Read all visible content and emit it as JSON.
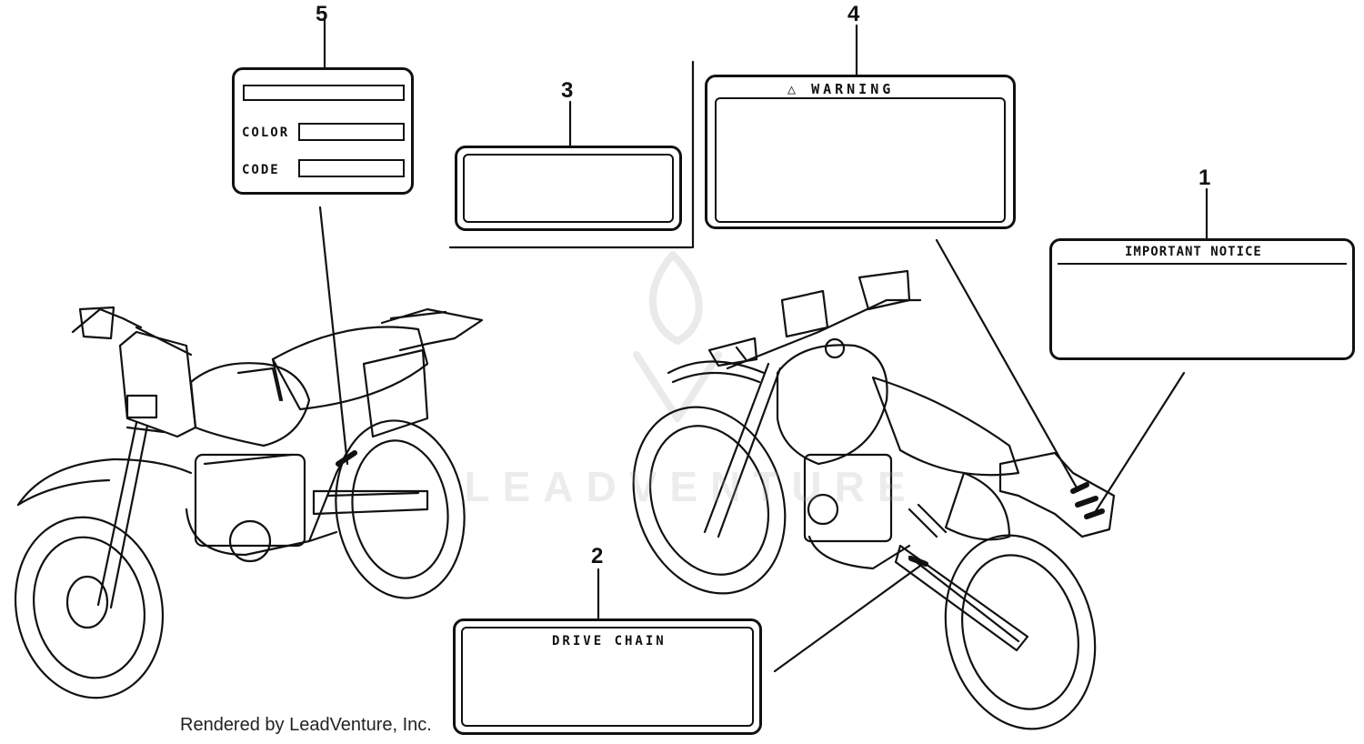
{
  "callouts": {
    "n1": "1",
    "n2": "2",
    "n3": "3",
    "n4": "4",
    "n5": "5"
  },
  "labels": {
    "color_code": {
      "color_label": "COLOR",
      "code_label": "CODE"
    },
    "warning": {
      "title": "WARNING",
      "symbol": "△"
    },
    "important_notice": {
      "title": "IMPORTANT NOTICE"
    },
    "drive_chain": {
      "title": "DRIVE CHAIN"
    }
  },
  "watermark": "LEADVENTURE",
  "credit": "Rendered by LeadVenture, Inc.",
  "colors": {
    "ink": "#111111",
    "background": "#ffffff"
  }
}
